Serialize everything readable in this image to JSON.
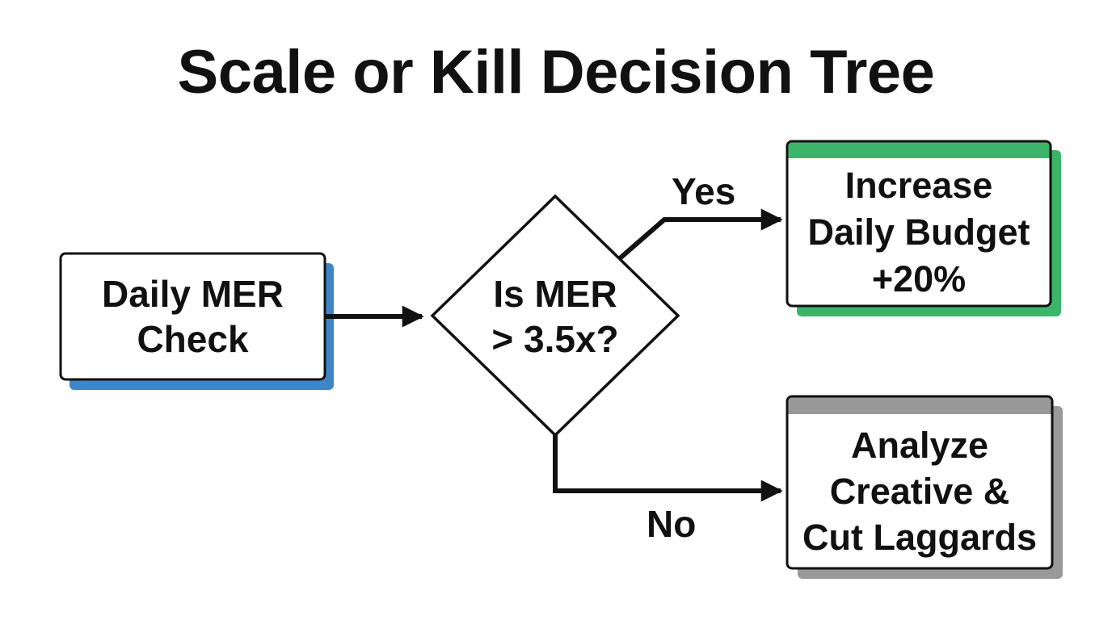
{
  "diagram": {
    "title": "Scale or Kill Decision Tree",
    "nodes": {
      "start": {
        "label": "Daily MER\nCheck",
        "shape": "rectangle",
        "accent": "#3f86c6"
      },
      "decision": {
        "label": "Is MER\n> 3.5x?",
        "shape": "diamond"
      },
      "yes_action": {
        "label": "Increase\nDaily Budget\n+20%",
        "shape": "rectangle",
        "accent": "#3cb56a"
      },
      "no_action": {
        "label": "Analyze\nCreative &\nCut Laggards",
        "shape": "rectangle",
        "accent": "#999999"
      }
    },
    "edges": {
      "yes": {
        "label": "Yes",
        "from": "decision",
        "to": "yes_action"
      },
      "no": {
        "label": "No",
        "from": "decision",
        "to": "no_action"
      }
    },
    "colors": {
      "stroke": "#111111",
      "box_fill": "#ffffff"
    }
  }
}
